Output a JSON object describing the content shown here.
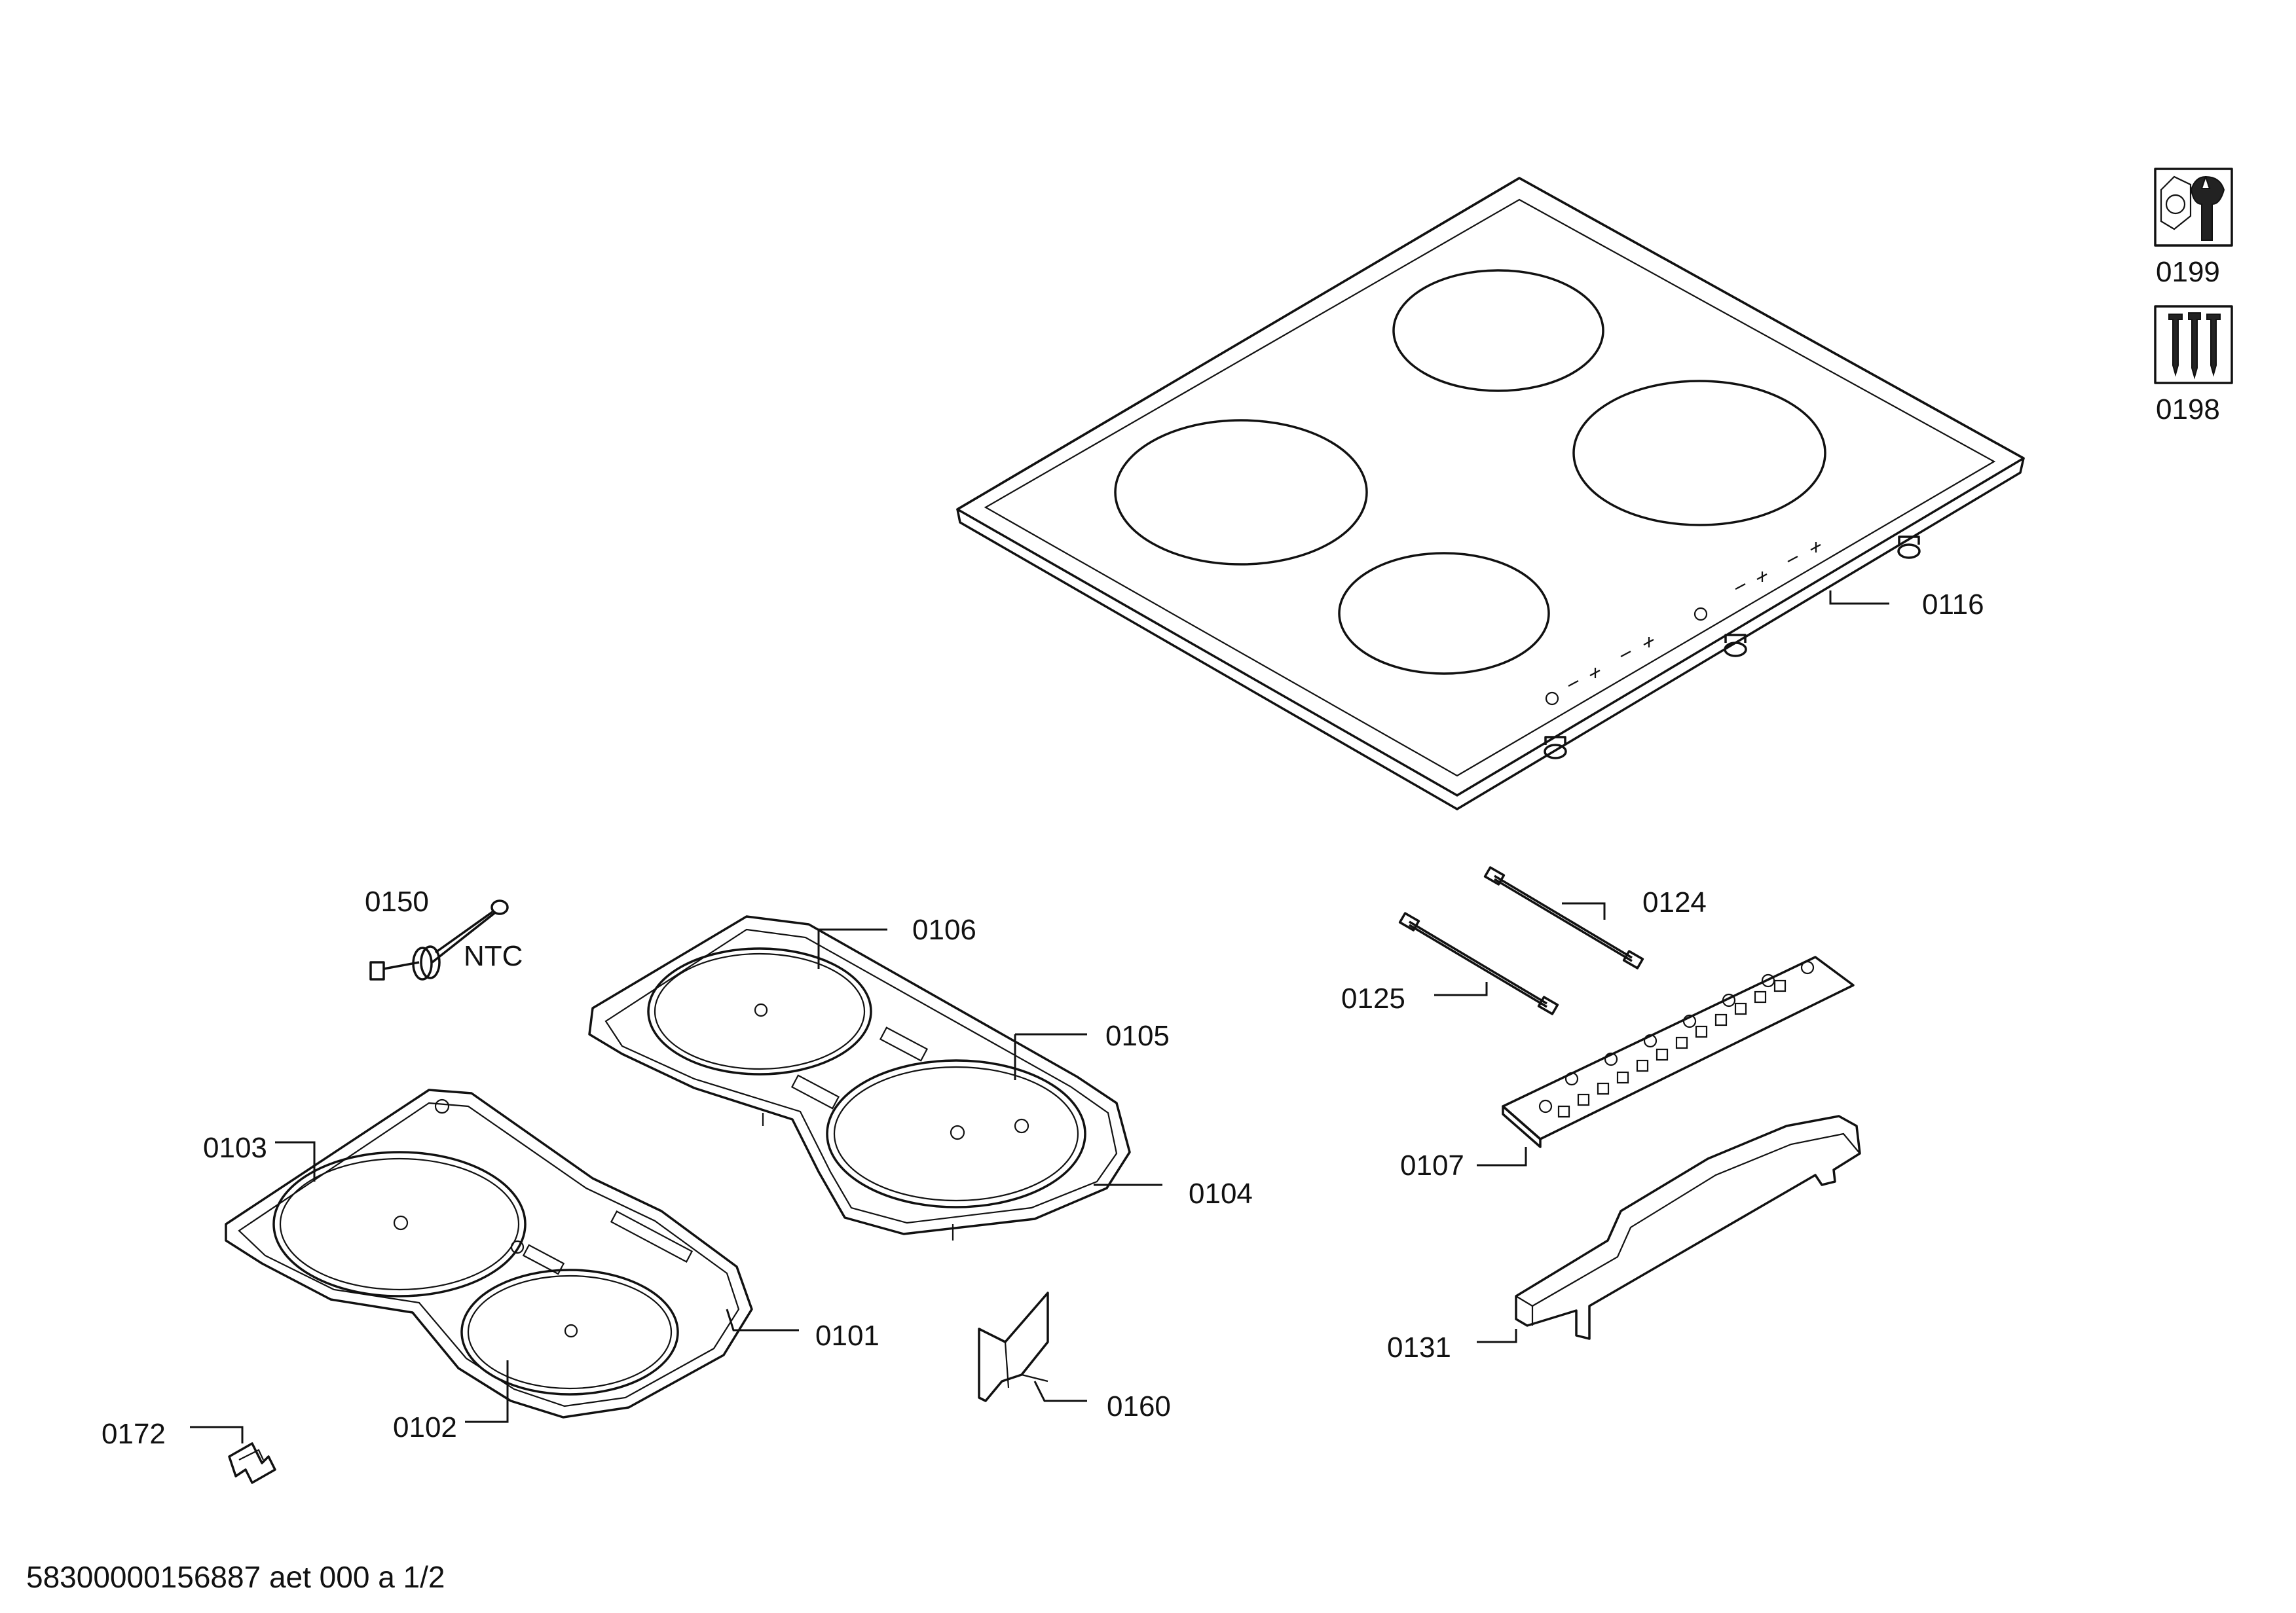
{
  "labels": {
    "p0199": "0199",
    "p0198": "0198",
    "p0116": "0116",
    "p0150": "0150",
    "ntc": "NTC",
    "p0106": "0106",
    "p0124": "0124",
    "p0125": "0125",
    "p0105": "0105",
    "p0103": "0103",
    "p0104": "0104",
    "p0107": "0107",
    "p0101": "0101",
    "p0131": "0131",
    "p0160": "0160",
    "p0172": "0172",
    "p0102": "0102"
  },
  "footer": "58300000156887 aet 000 a 1/2",
  "icons": {
    "tool_kit": "wrench-nut-icon",
    "screw_kit": "screws-icon"
  }
}
